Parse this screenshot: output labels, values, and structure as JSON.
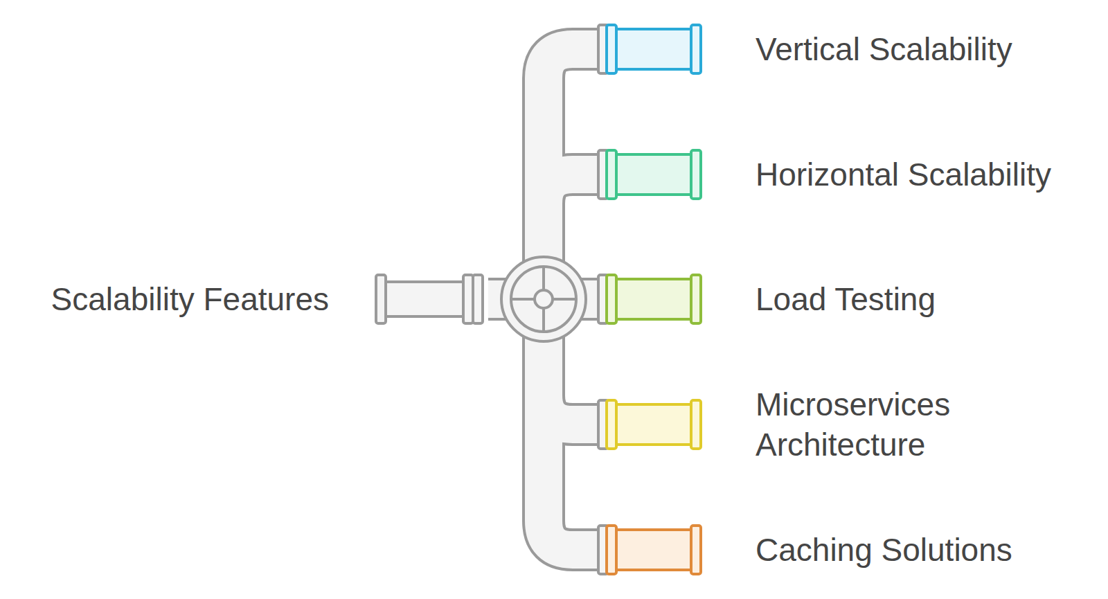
{
  "diagram": {
    "nodes": [
      {
        "text": [
          "Scalability Features"
        ]
      },
      {
        "text": [
          "Vertical Scalability"
        ]
      },
      {
        "text": [
          "Horizontal Scalability"
        ]
      },
      {
        "text": [
          "Load Testing"
        ]
      },
      {
        "text": [
          "Microservices Architecture"
        ]
      },
      {
        "text": [
          "Caching Solutions"
        ]
      }
    ],
    "edges": [
      {
        "from": 0,
        "to": 1,
        "arrow": "none"
      },
      {
        "from": 0,
        "to": 2,
        "arrow": "none"
      },
      {
        "from": 0,
        "to": 3,
        "arrow": "none"
      },
      {
        "from": 0,
        "to": 4,
        "arrow": "none"
      },
      {
        "from": 0,
        "to": 5,
        "arrow": "none"
      }
    ]
  }
}
